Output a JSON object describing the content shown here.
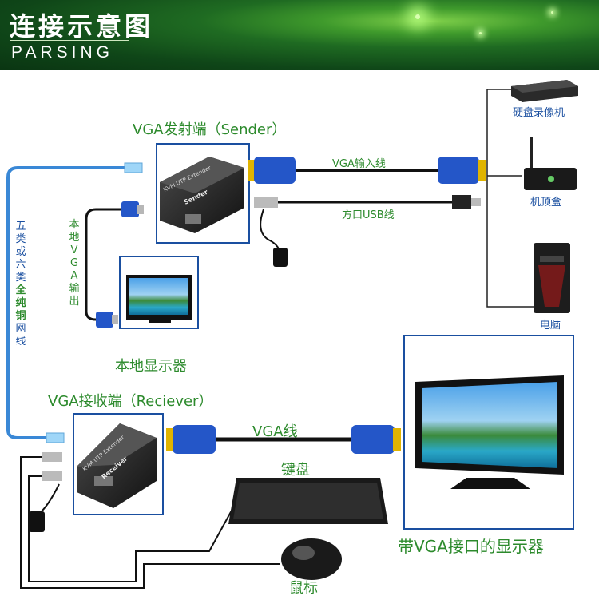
{
  "header": {
    "title": "连接示意图",
    "subtitle": "PARSING"
  },
  "labels": {
    "sender_title": "VGA发射端（Sender）",
    "receiver_title": "VGA接收端（Reciever）",
    "local_monitor": "本地显示器",
    "local_vga_output": "本地VGA输出",
    "vga_input_cable": "VGA输入线",
    "usb_cable": "方口USB线",
    "vga_cable": "VGA线",
    "keyboard": "键盘",
    "mouse": "鼠标",
    "vga_monitor": "带VGA接口的显示器",
    "dvr": "硬盘录像机",
    "set_top_box": "机顶盒",
    "computer": "电脑"
  },
  "cable_text": {
    "part1": "五类或六类",
    "part2": "全纯铜",
    "part3": "网线"
  },
  "device_text": {
    "sender_brand": "KVM UTP Extender",
    "sender_model": "Sender",
    "receiver_brand": "KVM UTP Extender",
    "receiver_model": "Receiver"
  },
  "colors": {
    "green_label": "#2c8a2c",
    "blue_label": "#1a4fa0",
    "utp_cable": "#3a88d6",
    "vga_connector": "#2456c8"
  }
}
